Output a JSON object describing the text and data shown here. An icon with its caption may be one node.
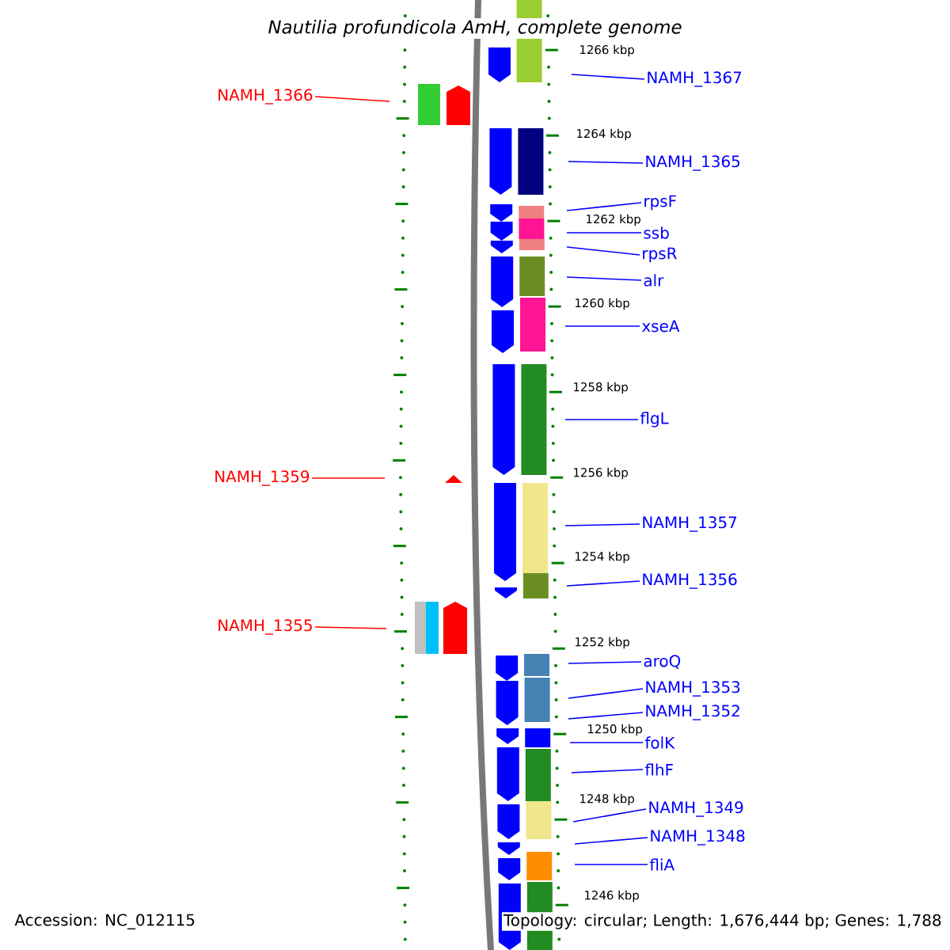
{
  "diagram": {
    "title": "Nautilia profundicola AmH, complete genome",
    "nodes": [
      {
        "text": [
          "NAMH_1366"
        ]
      },
      {
        "text": [
          "NAMH_1367"
        ]
      },
      {
        "text": [
          "NAMH_1365"
        ]
      },
      {
        "text": [
          "rpsF"
        ]
      },
      {
        "text": [
          "ssb"
        ]
      },
      {
        "text": [
          "rpsR"
        ]
      },
      {
        "text": [
          "alr"
        ]
      },
      {
        "text": [
          "xseA"
        ]
      },
      {
        "text": [
          "flgL"
        ]
      },
      {
        "text": [
          "NAMH_1359"
        ]
      },
      {
        "text": [
          "NAMH_1357"
        ]
      },
      {
        "text": [
          "NAMH_1356"
        ]
      },
      {
        "text": [
          "NAMH_1355"
        ]
      },
      {
        "text": [
          "aroQ"
        ]
      },
      {
        "text": [
          "NAMH_1353"
        ]
      },
      {
        "text": [
          "NAMH_1352"
        ]
      },
      {
        "text": [
          "folK"
        ]
      },
      {
        "text": [
          "flhF"
        ]
      },
      {
        "text": [
          "NAMH_1349"
        ]
      },
      {
        "text": [
          "NAMH_1348"
        ]
      },
      {
        "text": [
          "fliA"
        ]
      }
    ],
    "edges": [
      {
        "from": 0,
        "to": null,
        "arrow": "none",
        "color": "#ff0000"
      },
      {
        "from": 1,
        "to": null,
        "arrow": "none"
      },
      {
        "from": 2,
        "to": null,
        "arrow": "none"
      },
      {
        "from": 3,
        "to": null,
        "arrow": "none"
      },
      {
        "from": 4,
        "to": null,
        "arrow": "none"
      },
      {
        "from": 5,
        "to": null,
        "arrow": "none"
      },
      {
        "from": 6,
        "to": null,
        "arrow": "none"
      },
      {
        "from": 7,
        "to": null,
        "arrow": "none"
      },
      {
        "from": 8,
        "to": null,
        "arrow": "none"
      },
      {
        "from": 9,
        "to": null,
        "arrow": "none",
        "color": "#ff0000"
      },
      {
        "from": 10,
        "to": null,
        "arrow": "none"
      },
      {
        "from": 11,
        "to": null,
        "arrow": "none"
      },
      {
        "from": 12,
        "to": null,
        "arrow": "none",
        "color": "#ff0000"
      },
      {
        "from": 13,
        "to": null,
        "arrow": "none"
      },
      {
        "from": 14,
        "to": null,
        "arrow": "none"
      },
      {
        "from": 15,
        "to": null,
        "arrow": "none"
      },
      {
        "from": 16,
        "to": null,
        "arrow": "none"
      },
      {
        "from": 17,
        "to": null,
        "arrow": "none"
      },
      {
        "from": 18,
        "to": null,
        "arrow": "none"
      },
      {
        "from": 19,
        "to": null,
        "arrow": "none"
      },
      {
        "from": 20,
        "to": null,
        "arrow": "none"
      }
    ],
    "labels": [
      "1266 kbp",
      "1264 kbp",
      "1262 kbp",
      "1260 kbp",
      "1258 kbp",
      "1256 kbp",
      "1254 kbp",
      "1252 kbp",
      "1250 kbp",
      "1248 kbp",
      "1246 kbp",
      "Accession: NC_012115",
      "Topology: circular; Length: 1,676,444 bp; Genes: 1,788"
    ]
  }
}
